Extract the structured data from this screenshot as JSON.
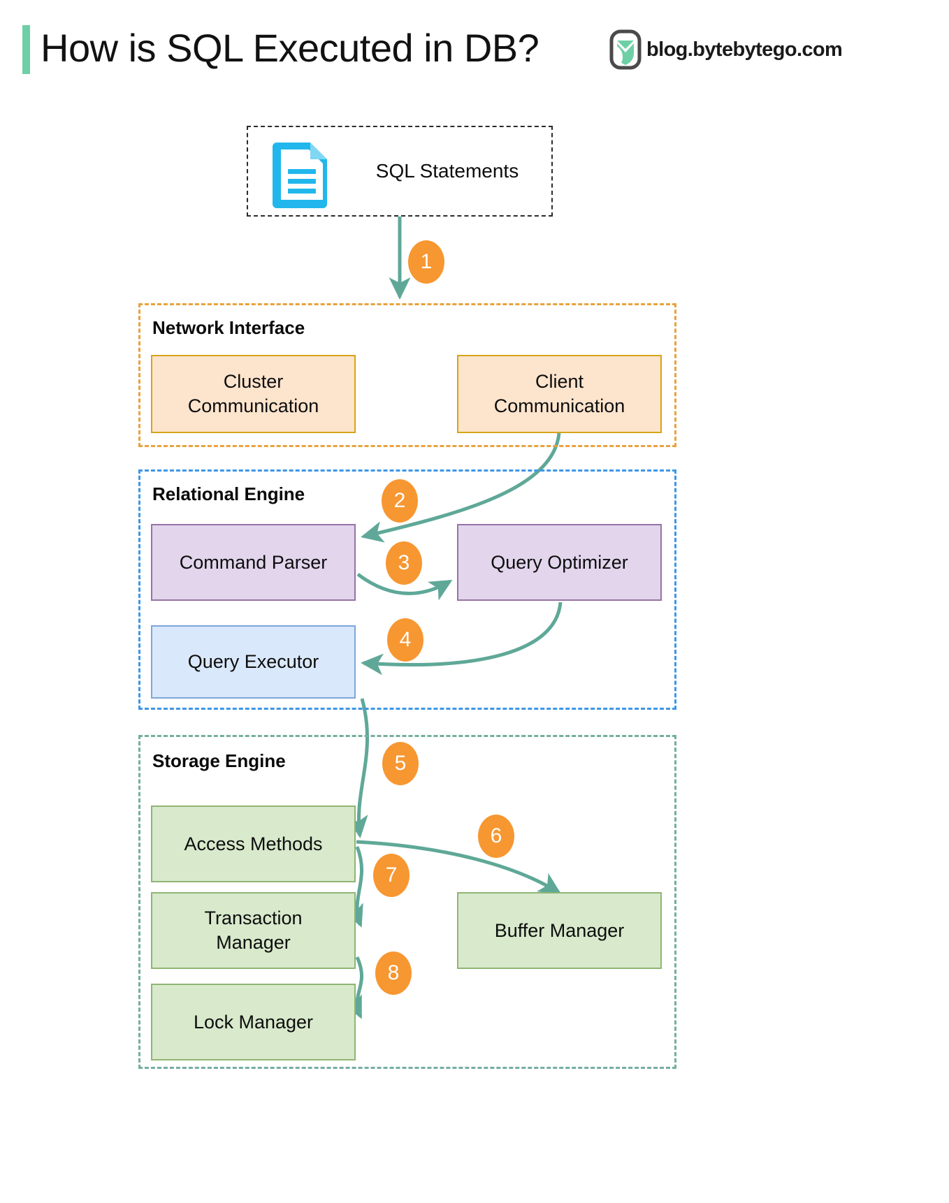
{
  "header": {
    "title": "How is SQL Executed in DB?",
    "brand": "blog.bytebytego.com",
    "accent_color": "#6ECFA6",
    "logo_icon": "bytebytego-logo-icon"
  },
  "colors": {
    "arrow": "#5FA898",
    "step_badge": "#F79731",
    "network_border": "#E8A33D",
    "relational_border": "#3D96E8",
    "storage_border": "#74AEA0",
    "peach_fill": "#FDE4CD",
    "purple_fill": "#E2D5EC",
    "light_blue_fill": "#DAE8FC",
    "green_fill": "#D8E9CC",
    "doc_icon": "#22B7EC"
  },
  "source": {
    "label": "SQL Statements",
    "icon": "document-icon"
  },
  "groups": [
    {
      "id": "network-interface",
      "label": "Network Interface",
      "nodes": [
        {
          "id": "cluster-communication",
          "label": "Cluster\nCommunication"
        },
        {
          "id": "client-communication",
          "label": "Client\nCommunication"
        }
      ]
    },
    {
      "id": "relational-engine",
      "label": "Relational Engine",
      "nodes": [
        {
          "id": "command-parser",
          "label": "Command Parser"
        },
        {
          "id": "query-optimizer",
          "label": "Query Optimizer"
        },
        {
          "id": "query-executor",
          "label": "Query Executor"
        }
      ]
    },
    {
      "id": "storage-engine",
      "label": "Storage Engine",
      "nodes": [
        {
          "id": "access-methods",
          "label": "Access Methods"
        },
        {
          "id": "buffer-manager",
          "label": "Buffer Manager"
        },
        {
          "id": "transaction-manager",
          "label": "Transaction\nManager"
        },
        {
          "id": "lock-manager",
          "label": "Lock Manager"
        }
      ]
    }
  ],
  "steps": [
    {
      "n": "1",
      "from": "sql-statements",
      "to": "network-interface"
    },
    {
      "n": "2",
      "from": "client-communication",
      "to": "command-parser"
    },
    {
      "n": "3",
      "from": "command-parser",
      "to": "query-optimizer"
    },
    {
      "n": "4",
      "from": "query-optimizer",
      "to": "query-executor"
    },
    {
      "n": "5",
      "from": "query-executor",
      "to": "access-methods"
    },
    {
      "n": "6",
      "from": "access-methods",
      "to": "buffer-manager"
    },
    {
      "n": "7",
      "from": "access-methods",
      "to": "transaction-manager"
    },
    {
      "n": "8",
      "from": "transaction-manager",
      "to": "lock-manager"
    }
  ]
}
